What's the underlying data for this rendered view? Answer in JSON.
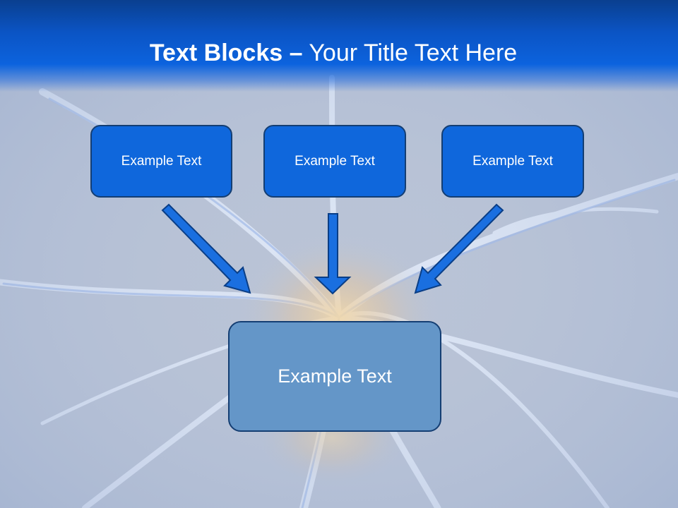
{
  "slide": {
    "title_bold": "Text Blocks",
    "title_dash": "–",
    "title_rest": "Your Title Text Here"
  },
  "blocks": [
    {
      "label": "Example Text"
    },
    {
      "label": "Example Text"
    },
    {
      "label": "Example Text"
    }
  ],
  "target": {
    "label": "Example Text"
  },
  "colors": {
    "header_blue": "#0c63de",
    "block_fill": "#0f67dc",
    "block_border": "#143e73",
    "target_fill": "#6496c8",
    "arrow_fill": "#1a6fe0",
    "arrow_stroke": "#0a3e86",
    "background": "#b9c3d6"
  }
}
